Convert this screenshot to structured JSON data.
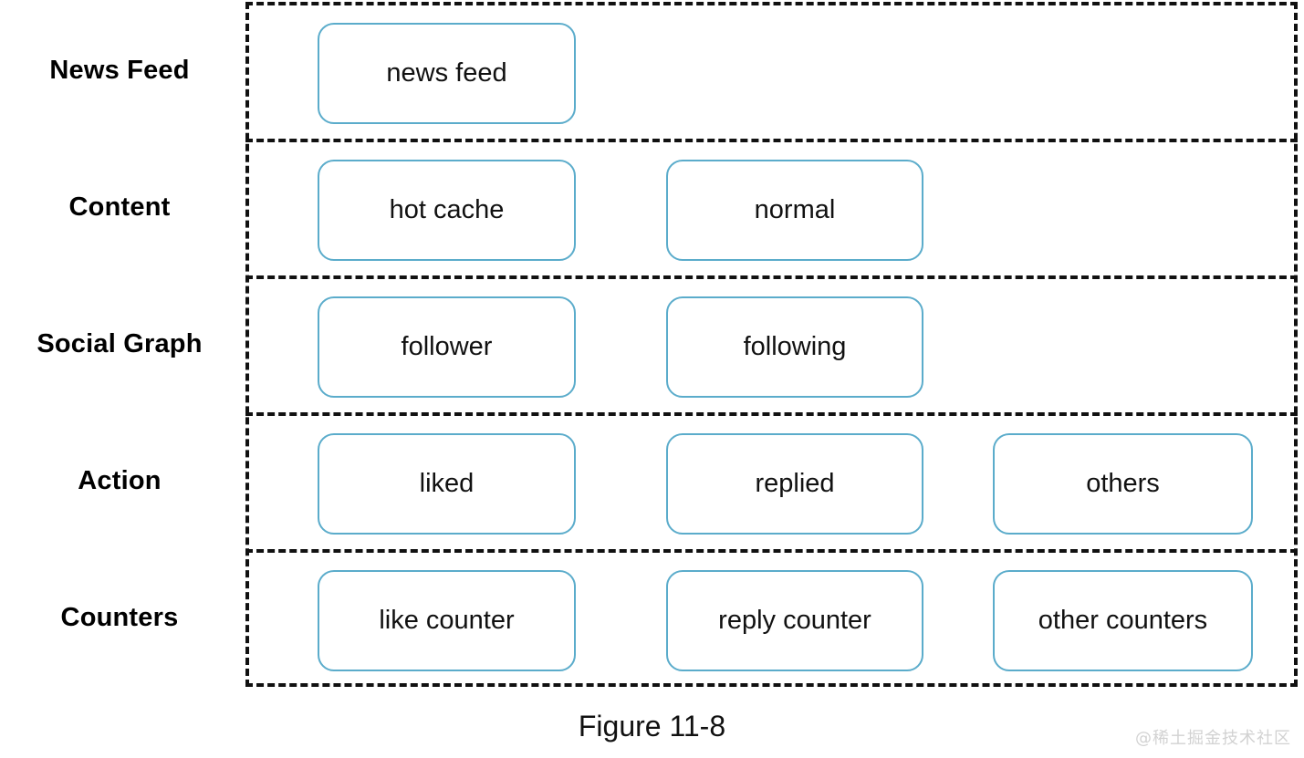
{
  "figure": {
    "caption": "Figure 11-8",
    "watermark": "@稀土掘金技术社区",
    "accent_color": "#5BACCB",
    "border_color": "#111111",
    "background_color": "#FFFFFF"
  },
  "rows": [
    {
      "label": "News Feed",
      "nodes": [
        {
          "label": "news feed"
        }
      ]
    },
    {
      "label": "Content",
      "nodes": [
        {
          "label": "hot cache"
        },
        {
          "label": "normal"
        }
      ]
    },
    {
      "label": "Social Graph",
      "nodes": [
        {
          "label": "follower"
        },
        {
          "label": "following"
        }
      ]
    },
    {
      "label": "Action",
      "nodes": [
        {
          "label": "liked"
        },
        {
          "label": "replied"
        },
        {
          "label": "others"
        }
      ]
    },
    {
      "label": "Counters",
      "nodes": [
        {
          "label": "like counter"
        },
        {
          "label": "reply counter"
        },
        {
          "label": "other counters"
        }
      ]
    }
  ]
}
